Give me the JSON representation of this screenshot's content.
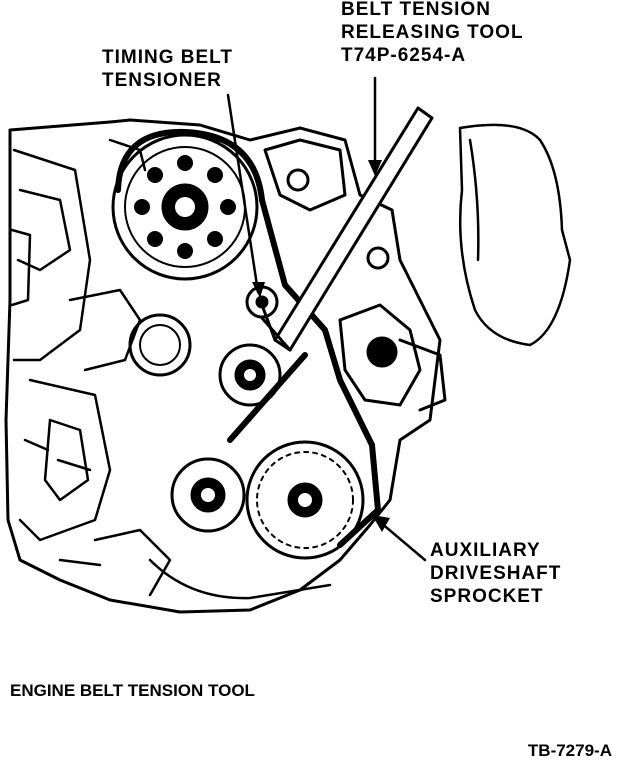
{
  "callouts": {
    "belt_tension_tool": {
      "lines": [
        "BELT TENSION",
        "RELEASING TOOL",
        "T74P-6254-A"
      ]
    },
    "timing_belt_tensioner": {
      "lines": [
        "TIMING BELT",
        "TENSIONER"
      ]
    },
    "auxiliary_sprocket": {
      "lines": [
        "AUXILIARY",
        "DRIVESHAFT",
        "SPROCKET"
      ]
    }
  },
  "figure": {
    "caption": "ENGINE BELT TENSION TOOL",
    "id": "TB-7279-A"
  },
  "colors": {
    "ink": "#000000",
    "paper": "#ffffff"
  }
}
